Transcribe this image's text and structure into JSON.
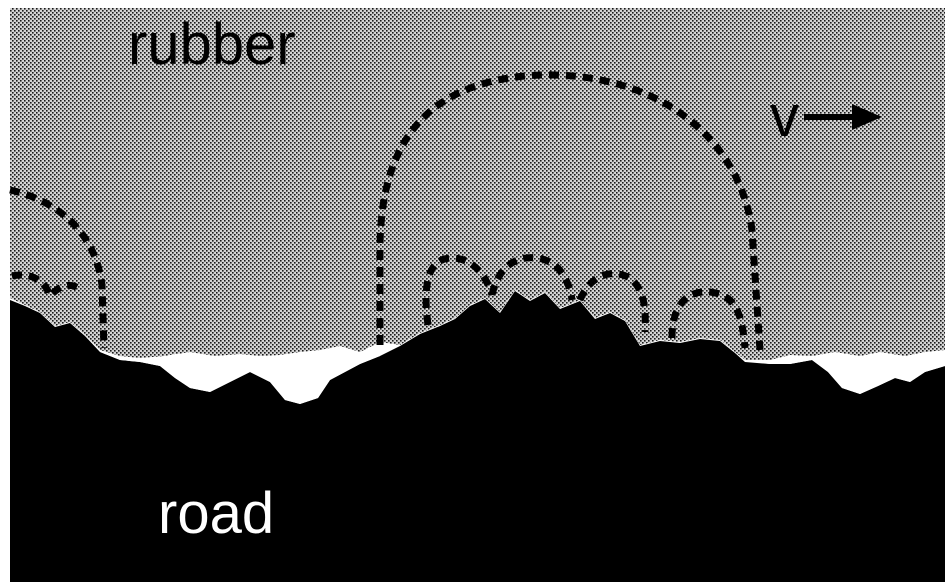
{
  "labels": {
    "rubber": "rubber",
    "road": "road",
    "velocity": "v"
  },
  "colors": {
    "rubber_fill": "#c8c8c8",
    "rubber_dots": "#1a1a1a",
    "road": "#000000",
    "gap": "#ffffff",
    "background": "#ffffff"
  },
  "icons": {
    "velocity_arrow": "right-arrow-icon"
  }
}
